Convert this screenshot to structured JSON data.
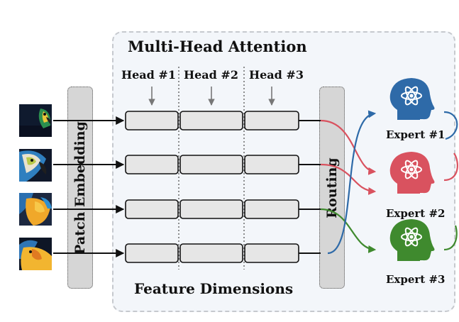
{
  "title": "Multi-Head Attention",
  "heads": [
    "Head #1",
    "Head #2",
    "Head #3"
  ],
  "patch_embedding_label": "Patch Embedding",
  "routing_label": "Routing",
  "footer_label": "Feature Dimensions",
  "experts": [
    "Expert #1",
    "Expert #2",
    "Expert #3"
  ],
  "colors": {
    "expert_1": "#2e6aa8",
    "expert_2": "#d9525f",
    "expert_3": "#3f8a2e",
    "panel_border": "#c6c9ce",
    "panel_fill": "#f3f6fa",
    "token_box_fill": "#e6e6e6"
  },
  "icons": [
    "parrot-patch-image",
    "brain-atom-icon"
  ]
}
